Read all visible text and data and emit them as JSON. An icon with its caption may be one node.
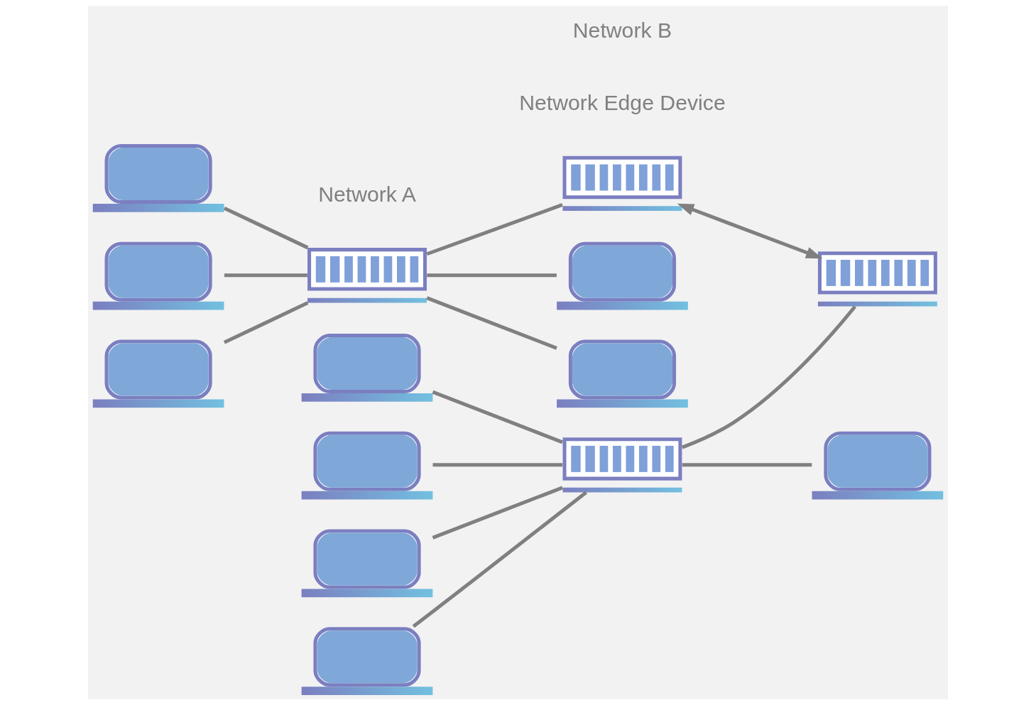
{
  "diagram": {
    "nodes": [
      {
        "text": [],
        "shape": "laptop"
      },
      {
        "text": [],
        "shape": "laptop"
      },
      {
        "text": [],
        "shape": "laptop"
      },
      {
        "text": [],
        "shape": "laptop"
      },
      {
        "text": [],
        "shape": "laptop"
      },
      {
        "text": [],
        "shape": "switch"
      },
      {
        "text": [],
        "shape": "switch"
      },
      {
        "text": [],
        "shape": "switch"
      },
      {
        "text": [],
        "shape": "switch"
      },
      {
        "text": [],
        "shape": "laptop"
      },
      {
        "text": [],
        "shape": "laptop"
      },
      {
        "text": [],
        "shape": "laptop"
      },
      {
        "text": [],
        "shape": "laptop"
      },
      {
        "text": [],
        "shape": "laptop"
      }
    ],
    "edges": [
      {
        "from": 0,
        "to": 5,
        "arrow": "none"
      },
      {
        "from": 1,
        "to": 5,
        "arrow": "none"
      },
      {
        "from": 4,
        "to": 5,
        "arrow": "none"
      },
      {
        "from": 5,
        "to": 10,
        "arrow": "none"
      },
      {
        "from": 5,
        "to": 11,
        "arrow": "none"
      },
      {
        "from": 5,
        "to": 6,
        "arrow": "none"
      },
      {
        "from": 6,
        "to": 7,
        "arrow": "both"
      },
      {
        "from": 8,
        "to": 7,
        "arrow": "none"
      },
      {
        "from": 2,
        "to": 8,
        "arrow": "none"
      },
      {
        "from": 3,
        "to": 8,
        "arrow": "none"
      },
      {
        "from": 8,
        "to": 9,
        "arrow": "none"
      },
      {
        "from": 12,
        "to": 8,
        "arrow": "none"
      },
      {
        "from": 13,
        "to": 8,
        "arrow": "none"
      }
    ],
    "labels": [
      "Network Edge Device",
      "Network A",
      "Network B"
    ]
  }
}
